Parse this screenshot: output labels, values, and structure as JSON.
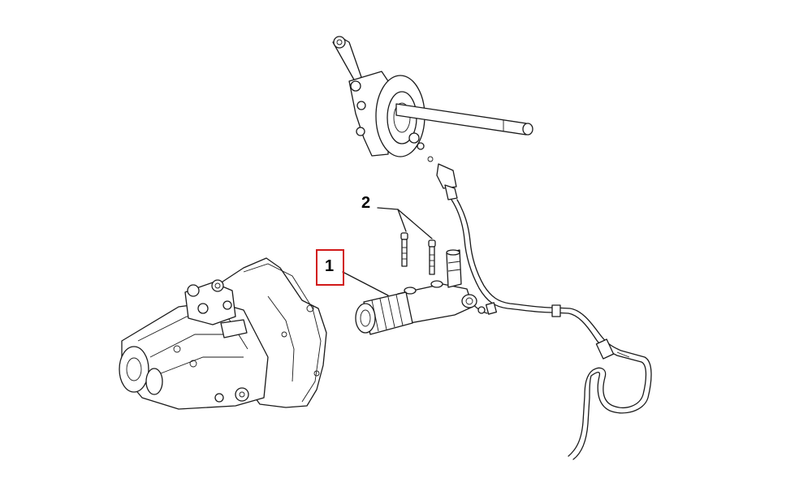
{
  "diagram": {
    "callouts": [
      {
        "id": "1",
        "label": "1",
        "highlighted": true
      },
      {
        "id": "2",
        "label": "2",
        "highlighted": false
      }
    ],
    "colors": {
      "line": "#1a1a1a",
      "background": "#ffffff",
      "highlight": "#d11818"
    }
  }
}
